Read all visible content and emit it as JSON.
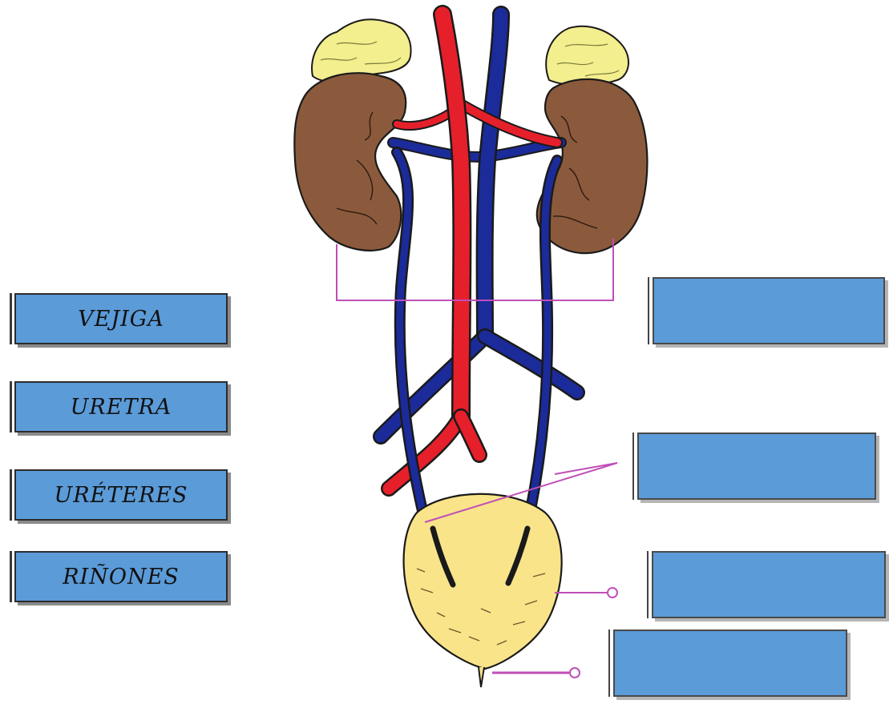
{
  "labels": [
    {
      "id": "vejiga",
      "text": "VEJIGA"
    },
    {
      "id": "uretra",
      "text": "URETRA"
    },
    {
      "id": "ureteres",
      "text": "URÉTERES"
    },
    {
      "id": "rinones",
      "text": "RIÑONES"
    }
  ],
  "drop_targets": [
    {
      "id": "target-1",
      "text": ""
    },
    {
      "id": "target-2",
      "text": ""
    },
    {
      "id": "target-3",
      "text": ""
    },
    {
      "id": "target-4",
      "text": ""
    }
  ],
  "colors": {
    "tile_blue": "#5b9bd8",
    "artery_red": "#e5202b",
    "vein_blue": "#1c2b9a",
    "kidney_brown": "#8b5a3c",
    "adrenal_yellow": "#f3ee8e",
    "bladder_yellow": "#f9e48a",
    "leader_line": "#c04fb8"
  }
}
